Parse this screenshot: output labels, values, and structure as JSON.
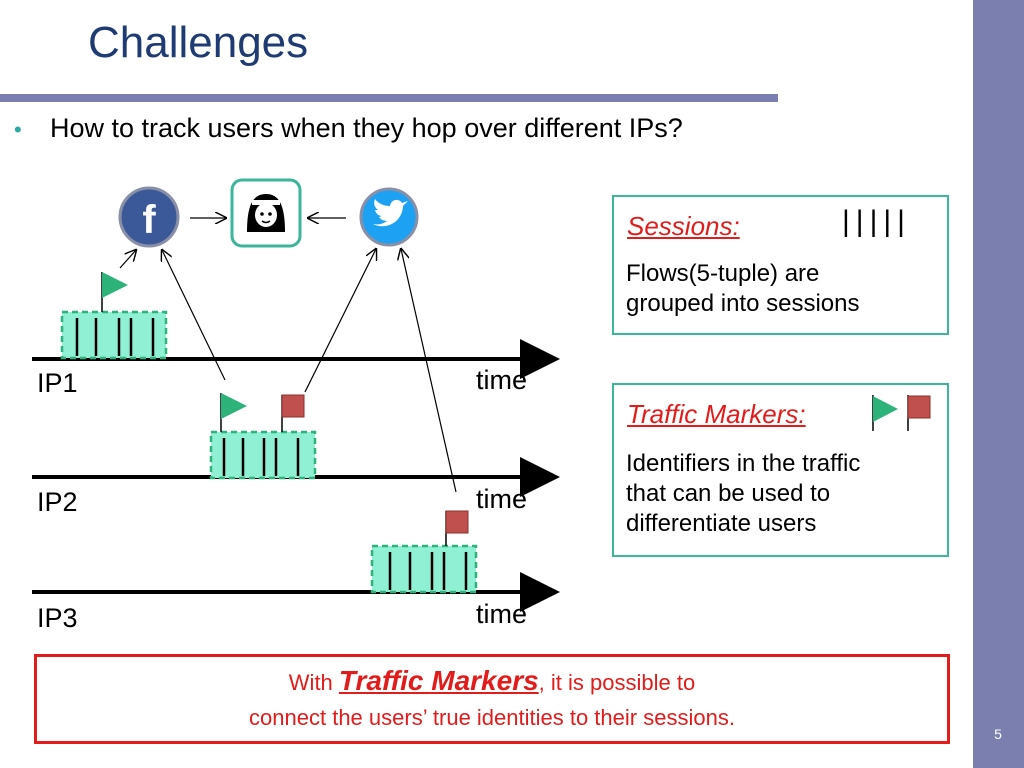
{
  "slide": {
    "title": "Challenges",
    "page_number": "5",
    "bullet": "How to track users when they hop over different IPs?"
  },
  "diagram": {
    "rows": [
      {
        "ip": "IP1",
        "axis": "time"
      },
      {
        "ip": "IP2",
        "axis": "time"
      },
      {
        "ip": "IP3",
        "axis": "time"
      }
    ],
    "icons": [
      "facebook-icon",
      "user-identity-icon",
      "twitter-icon"
    ]
  },
  "sessions_box": {
    "title": "Sessions:",
    "glyph": "|||||",
    "body": [
      "Flows(5-tuple) are",
      "grouped into sessions"
    ]
  },
  "markers_box": {
    "title": "Traffic Markers:",
    "body": [
      "Identifiers in the traffic",
      "that can be used to",
      "differentiate users"
    ]
  },
  "conclusion": {
    "prefix": "With ",
    "emphasis": "Traffic Markers",
    "suffix": ", it is possible to",
    "line2": "connect the users’ true identities to their sessions."
  },
  "colors": {
    "accent": "#7a7fb0",
    "title": "#1f3b73",
    "teal": "#3cb59a",
    "red": "#e21b1b",
    "session_fill": "#8ff0d4",
    "green_flag": "#2db27a",
    "red_flag": "#c0504d"
  }
}
